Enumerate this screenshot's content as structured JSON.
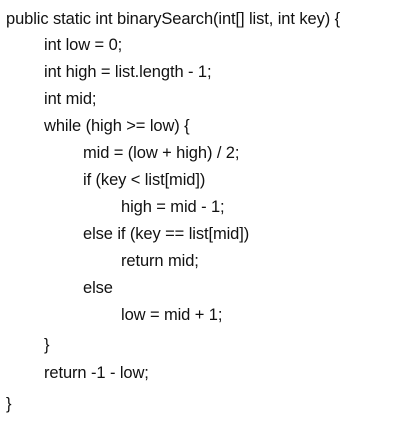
{
  "code_lines": [
    "public static int binarySearch(int[] list, int key) {",
    "int low = 0;",
    "int high = list.length - 1;",
    "int mid;",
    "while (high >= low) {",
    "mid = (low + high) / 2;",
    "if (key < list[mid])",
    "high = mid - 1;",
    "else if (key == list[mid])",
    "return mid;",
    "else",
    "low = mid + 1;",
    "}",
    "return -1 - low;",
    "}"
  ]
}
